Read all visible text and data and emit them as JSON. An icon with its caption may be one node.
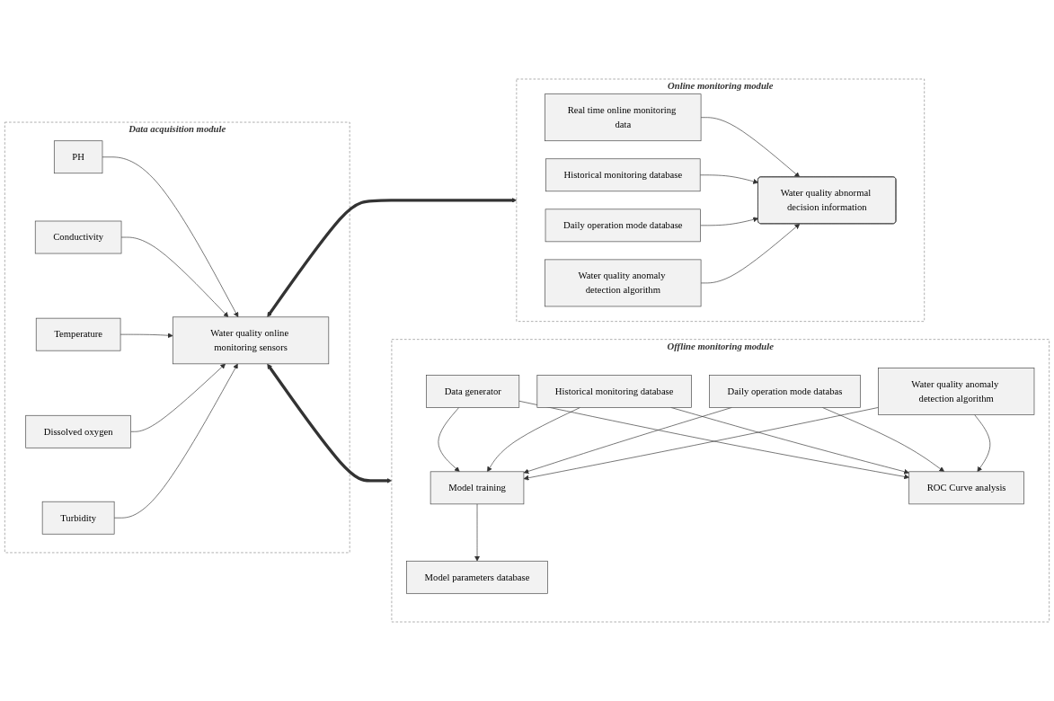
{
  "diagram": {
    "nodes": [
      {
        "text": [
          "Data acquisition module"
        ]
      },
      {
        "text": [
          "PH"
        ],
        "in": 0
      },
      {
        "text": [
          "Conductivity"
        ],
        "in": 0
      },
      {
        "text": [
          "Temperature"
        ],
        "in": 0
      },
      {
        "text": [
          "Dissolved oxygen"
        ],
        "in": 0
      },
      {
        "text": [
          "Turbidity"
        ],
        "in": 0
      },
      {
        "text": [
          "Water quality online monitoring sensors"
        ],
        "in": 0
      },
      {
        "text": [
          "Online monitoring module"
        ]
      },
      {
        "text": [
          "Real time online monitoring data"
        ],
        "in": 7
      },
      {
        "text": [
          "Historical monitoring database"
        ],
        "in": 7
      },
      {
        "text": [
          "Daily operation mode database"
        ],
        "in": 7
      },
      {
        "text": [
          "Water quality anomaly detection algorithm"
        ],
        "in": 7
      },
      {
        "text": [
          "Water quality abnormal decision information"
        ],
        "in": 7
      },
      {
        "text": [
          "Offline monitoring module"
        ]
      },
      {
        "text": [
          "Data generator"
        ],
        "in": 13
      },
      {
        "text": [
          "Historical monitoring database"
        ],
        "in": 13
      },
      {
        "text": [
          "Daily operation mode databas"
        ],
        "in": 13
      },
      {
        "text": [
          "Water quality anomaly detection algorithm"
        ],
        "in": 13
      },
      {
        "text": [
          "Model parameters database"
        ],
        "in": 13
      },
      {
        "text": [
          "Model training"
        ],
        "in": 13
      },
      {
        "text": [
          "ROC Curve analysis"
        ],
        "in": 13
      }
    ],
    "edges": [
      {
        "from": 1,
        "to": 6,
        "arrow": "to"
      },
      {
        "from": 2,
        "to": 6,
        "arrow": "to"
      },
      {
        "from": 3,
        "to": 6,
        "arrow": "to"
      },
      {
        "from": 4,
        "to": 6,
        "arrow": "to"
      },
      {
        "from": 5,
        "to": 6,
        "arrow": "to"
      },
      {
        "from": 6,
        "to": 7,
        "arrow": "both",
        "style": "thick"
      },
      {
        "from": 6,
        "to": 13,
        "arrow": "both",
        "style": "thick"
      },
      {
        "from": 8,
        "to": 12,
        "arrow": "to"
      },
      {
        "from": 9,
        "to": 12,
        "arrow": "to"
      },
      {
        "from": 10,
        "to": 12,
        "arrow": "to"
      },
      {
        "from": 11,
        "to": 12,
        "arrow": "to"
      },
      {
        "from": 14,
        "to": 19,
        "arrow": "to"
      },
      {
        "from": 15,
        "to": 19,
        "arrow": "to"
      },
      {
        "from": 16,
        "to": 19,
        "arrow": "to"
      },
      {
        "from": 17,
        "to": 19,
        "arrow": "to"
      },
      {
        "from": 14,
        "to": 20,
        "arrow": "to"
      },
      {
        "from": 15,
        "to": 20,
        "arrow": "to"
      },
      {
        "from": 16,
        "to": 20,
        "arrow": "to"
      },
      {
        "from": 17,
        "to": 20,
        "arrow": "to"
      },
      {
        "from": 19,
        "to": 18,
        "arrow": "to"
      }
    ]
  }
}
